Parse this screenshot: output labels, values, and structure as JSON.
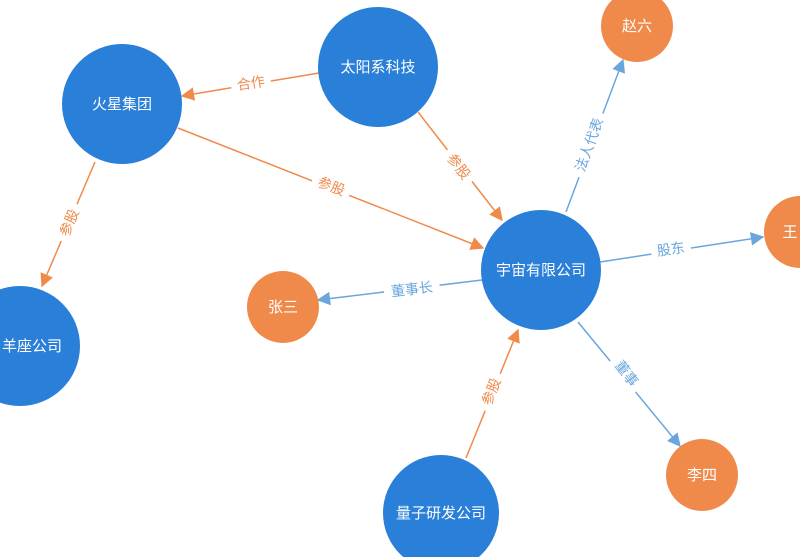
{
  "colors": {
    "company": "#2a7fd9",
    "person": "#f08a4b",
    "investment_edge": "#f08a4b",
    "role_edge": "#6aa6dd",
    "label_bg": "#ffffff"
  },
  "nodes": {
    "mars_group": "火星集团",
    "solar_tech": "太阳系科技",
    "aries_company": "羊座公司",
    "universe_ltd": "宇宙有限公司",
    "quantum_rd": "量子研发公司",
    "zhang_san": "张三",
    "li_si": "李四",
    "zhao_liu": "赵六",
    "wang": "王"
  },
  "edges": {
    "partner": "合作",
    "stake_mars_universe": "参股",
    "stake_solar_universe": "参股",
    "stake_mars_aries": "参股",
    "stake_quantum_universe": "参股",
    "chairman": "董事长",
    "legal_rep": "法人代表",
    "shareholder": "股东",
    "director": "董事"
  }
}
